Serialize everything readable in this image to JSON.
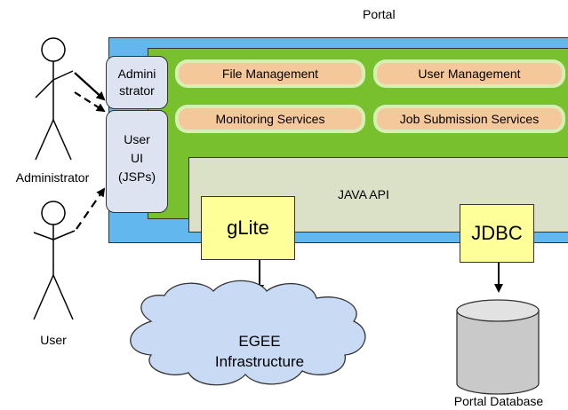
{
  "portal": {
    "title": "Portal"
  },
  "services": {
    "file_management": "File Management",
    "user_management": "User Management",
    "monitoring_services": "Monitoring Services",
    "job_submission_services": "Job Submission Services"
  },
  "java_api": "JAVA API",
  "admin_ui": {
    "line1": "Admini",
    "line2": "strator"
  },
  "user_ui": {
    "line1": "User",
    "line2": "UI",
    "line3": "(JSPs)"
  },
  "glite": "gLite",
  "jdbc": "JDBC",
  "egee": {
    "line1": "EGEE",
    "line2": "Infrastructure"
  },
  "actors": {
    "administrator": "Administrator",
    "user": "User"
  },
  "portal_database": "Portal Database",
  "colors": {
    "portal_frame": "#62b8ee",
    "green_panel": "#78c02e",
    "service_outer": "#d6f0b4",
    "service_inner": "#f4c89a",
    "java_api": "#dbe1c7",
    "ui_box": "#dde3f1",
    "yellow_box": "#ffff9a",
    "cloud": "#c8daf4"
  }
}
